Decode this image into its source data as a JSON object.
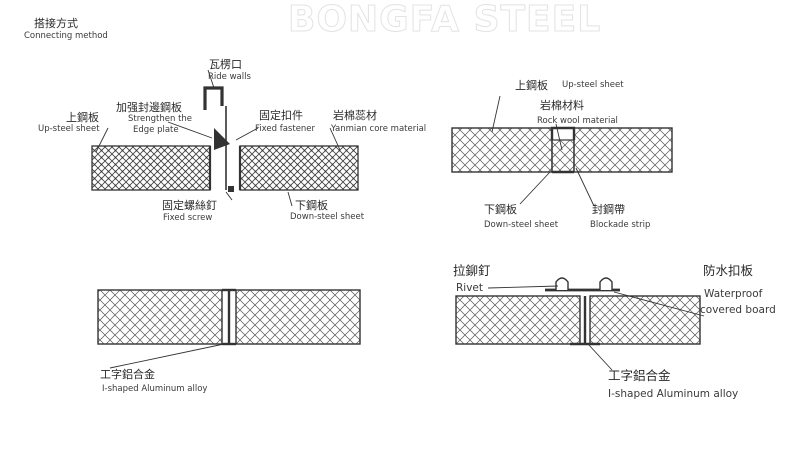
{
  "watermark": "BONGFA STEEL",
  "header": {
    "title_cn": "搭接方式",
    "title_en": "Connecting method"
  },
  "panel1": {
    "ride_walls_cn": "瓦楞口",
    "ride_walls_en": "Ride walls",
    "up_steel_cn": "上鋼板",
    "up_steel_en": "Up-steel sheet",
    "strengthen_cn": "加强封邊鋼板",
    "strengthen_en1": "Strengthen the",
    "strengthen_en2": "Edge plate",
    "fastener_cn": "固定扣件",
    "fastener_en": "Fixed fastener",
    "core_cn": "岩棉蕊材",
    "core_en": "Yanmian core material",
    "screw_cn": "固定螺絲釘",
    "screw_en": "Fixed screw",
    "down_steel_cn": "下鋼板",
    "down_steel_en": "Down-steel sheet"
  },
  "panel2": {
    "up_steel_cn": "上鋼板",
    "up_steel_en": "Up-steel sheet",
    "rock_wool_cn": "岩棉材料",
    "rock_wool_en": "Rock wool material",
    "down_steel_cn": "下鋼板",
    "down_steel_en": "Down-steel sheet",
    "blockade_cn": "封鋼帶",
    "blockade_en": "Blockade strip"
  },
  "panel3": {
    "alloy_cn": "工字鋁合金",
    "alloy_en": "I-shaped Aluminum alloy"
  },
  "panel4": {
    "rivet_cn": "拉鉚釘",
    "rivet_en": "Rivet",
    "waterproof_cn": "防水扣板",
    "waterproof_en1": "Waterproof",
    "waterproof_en2": "covered board",
    "alloy_cn": "工字鋁合金",
    "alloy_en": "I-shaped Aluminum alloy"
  }
}
